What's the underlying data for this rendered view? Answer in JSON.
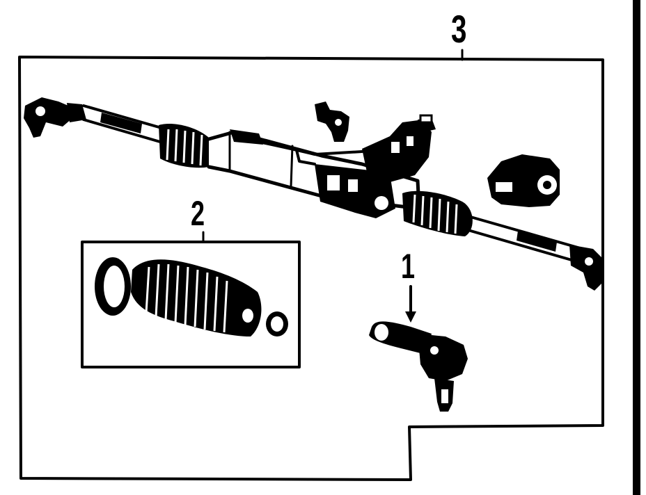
{
  "callouts": {
    "assembly": "3",
    "boot_kit": "2",
    "tie_rod_end": "1"
  },
  "colors": {
    "ink": "#000000",
    "paper": "#ffffff"
  }
}
